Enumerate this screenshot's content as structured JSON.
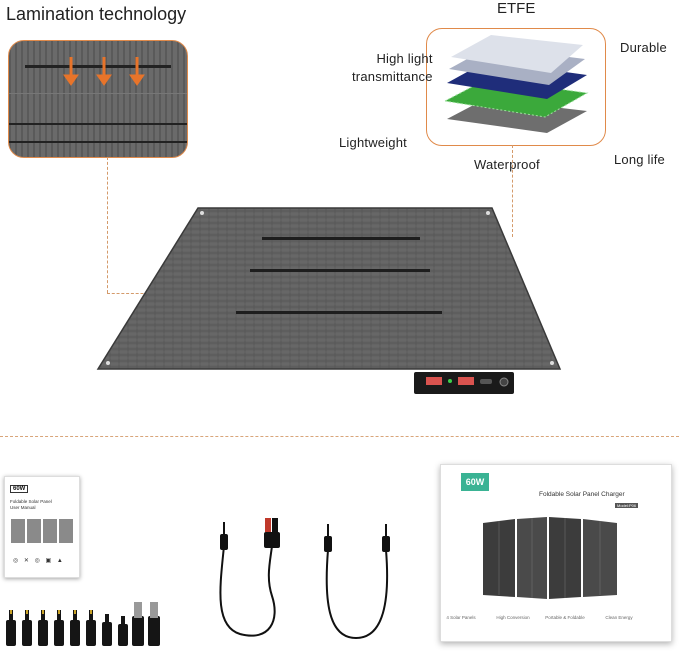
{
  "header": {
    "lamination_title": "Lamination technology",
    "etfe_title": "ETFE"
  },
  "etfe_features": {
    "high_light": "High light\ntransmittance",
    "durable": "Durable",
    "lightweight": "Lightweight",
    "waterproof": "Waterproof",
    "long_life": "Long life"
  },
  "manual": {
    "badge": "60W",
    "line1": "Foldable Solar Panel",
    "line2": "User Manual"
  },
  "box": {
    "badge": "60W",
    "product_name": "Foldable Solar Panel Charger",
    "model": "Model:P06",
    "features": [
      "4 Solar Panels",
      "High Conversion",
      "Portable & Foldable",
      "Clean Energy"
    ]
  },
  "colors": {
    "accent_orange": "#e08a4a",
    "panel_gray": "#5b5b5b",
    "brand_green": "#3ab394"
  }
}
